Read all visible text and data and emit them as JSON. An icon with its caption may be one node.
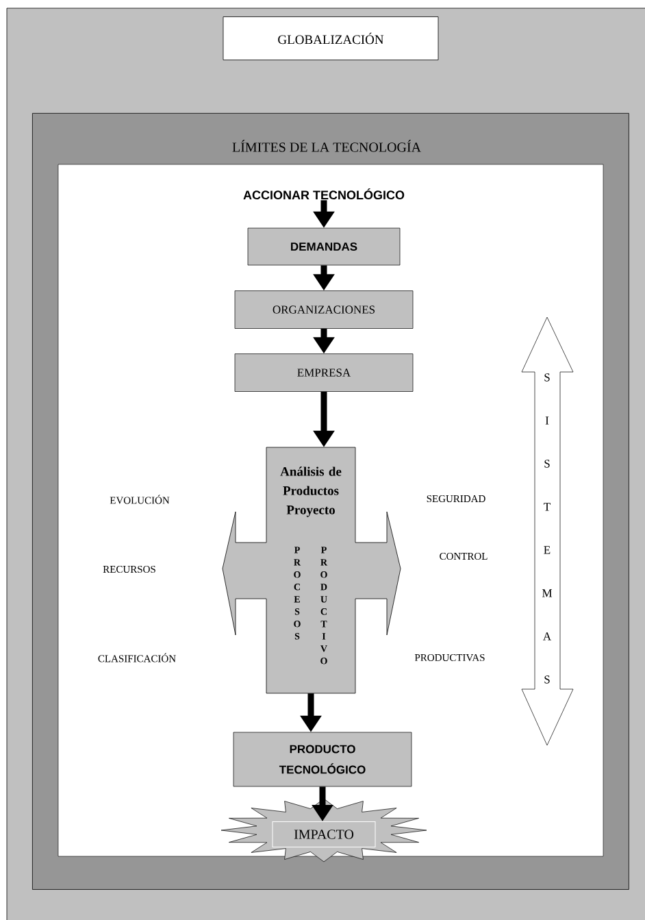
{
  "diagram": {
    "nodes": [
      {
        "text": [
          "GLOBALIZACIÓN"
        ]
      },
      {
        "text": [
          "LÍMITES DE LA TECNOLOGÍA"
        ]
      },
      {
        "text": [
          "ACCIONAR TECNOLÓGICO"
        ],
        "in": 1
      },
      {
        "text": [
          "DEMANDAS"
        ],
        "in": 1
      },
      {
        "text": [
          "ORGANIZACIONES"
        ],
        "in": 1
      },
      {
        "text": [
          "EMPRESA"
        ],
        "in": 1
      },
      {
        "text": [
          "Análisis de Productos Proyecto",
          "PROCESOS",
          "PRODUCTIVO"
        ],
        "in": 1
      },
      {
        "text": [
          "SISTEMAS"
        ],
        "in": 1
      },
      {
        "text": [
          "PRODUCTO TECNOLÓGICO"
        ],
        "in": 1
      },
      {
        "text": [
          "IMPACTO"
        ],
        "in": 1
      }
    ],
    "edges": [
      {
        "from": 2,
        "to": 3,
        "arrow": "to"
      },
      {
        "from": 3,
        "to": 4,
        "arrow": "to"
      },
      {
        "from": 4,
        "to": 5,
        "arrow": "to"
      },
      {
        "from": 5,
        "to": 6,
        "arrow": "to"
      },
      {
        "from": 6,
        "to": 8,
        "arrow": "to"
      },
      {
        "from": 8,
        "to": 9,
        "arrow": "to"
      }
    ],
    "labels": [
      "EVOLUCIÓN",
      "SEGURIDAD",
      "RECURSOS",
      "CONTROL",
      "CLASIFICACIÓN",
      "PRODUCTIVAS"
    ]
  }
}
